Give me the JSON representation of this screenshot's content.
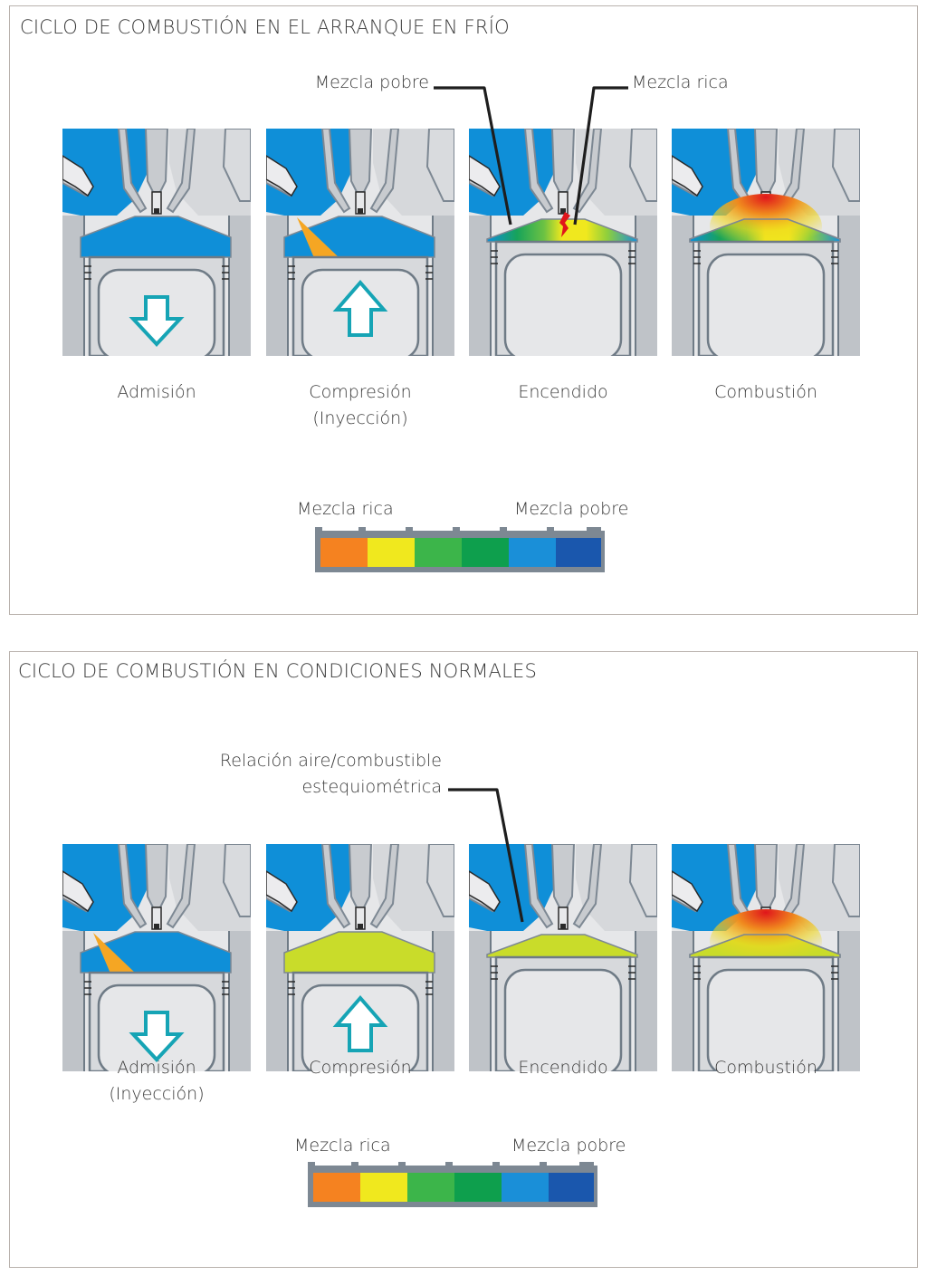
{
  "panel_top": {
    "title": "CICLO DE COMBUSTIÓN EN EL ARRANQUE EN FRÍO",
    "callouts": [
      "Mezcla pobre",
      "Mezcla rica"
    ],
    "stages": [
      {
        "caption": [
          "Admisión"
        ],
        "mixture": "blue",
        "spray": false,
        "arrow": "down",
        "flame": "none"
      },
      {
        "caption": [
          "Compresión",
          "(Inyección)"
        ],
        "mixture": "blue",
        "spray": true,
        "arrow": "up",
        "flame": "none"
      },
      {
        "caption": [
          "Encendido"
        ],
        "mixture": "stratified",
        "spray": false,
        "arrow": "none",
        "flame": "spark"
      },
      {
        "caption": [
          "Combustión"
        ],
        "mixture": "stratified",
        "spray": false,
        "arrow": "none",
        "flame": "burn"
      }
    ],
    "scale": {
      "left_label": "Mezcla rica",
      "right_label": "Mezcla pobre"
    }
  },
  "panel_bottom": {
    "title": "CICLO DE COMBUSTIÓN EN CONDICIONES NORMALES",
    "callout_lines": [
      "Relación aire/combustible",
      "estequiométrica"
    ],
    "stages": [
      {
        "caption": [
          "Admisión",
          "(Inyección)"
        ],
        "mixture": "blue",
        "spray": true,
        "arrow": "down",
        "flame": "none"
      },
      {
        "caption": [
          "Compresión"
        ],
        "mixture": "yellowgreen",
        "spray": false,
        "arrow": "up",
        "flame": "none"
      },
      {
        "caption": [
          "Encendido"
        ],
        "mixture": "yellowgreen",
        "spray": false,
        "arrow": "none",
        "flame": "none"
      },
      {
        "caption": [
          "Combustión"
        ],
        "mixture": "yellowgreen",
        "spray": false,
        "arrow": "none",
        "flame": "burn"
      }
    ],
    "scale": {
      "left_label": "Mezcla rica",
      "right_label": "Mezcla pobre"
    }
  },
  "colors": {
    "mixture_blue": "#0f8fd8",
    "stoich": "#c9dc2a",
    "spray": "#f5a623",
    "metal": "#cfd2d6",
    "metal_dark": "#6f7b86",
    "outline": "#7d8893",
    "arrow": "#16a4b5",
    "scale": [
      "#f58220",
      "#f0e81e",
      "#3cb54a",
      "#0e9f4d",
      "#1a8fd8",
      "#1a57ad"
    ]
  }
}
